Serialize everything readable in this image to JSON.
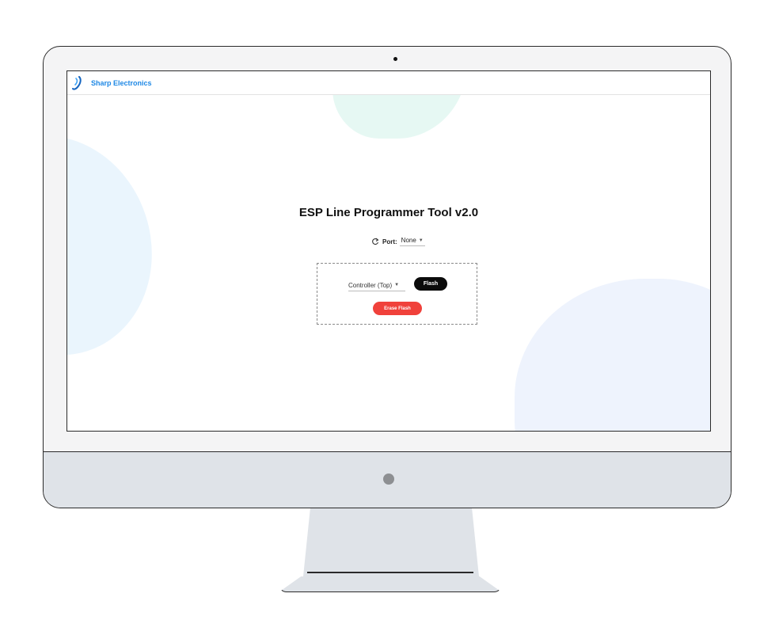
{
  "header": {
    "brand_name": "Sharp Electronics"
  },
  "main": {
    "title": "ESP Line Programmer Tool v2.0",
    "port": {
      "label": "Port:",
      "selected": "None"
    },
    "panel": {
      "controller_selected": "Controller (Top)",
      "flash_label": "Flash",
      "erase_label": "Erase Flash"
    }
  },
  "colors": {
    "brand": "#1e88e5",
    "flash_button": "#0b0b0b",
    "erase_button": "#f0413b"
  },
  "icons": {
    "logo": "sharp-logo-icon",
    "refresh": "refresh-icon",
    "dropdown": "chevron-down-icon"
  }
}
